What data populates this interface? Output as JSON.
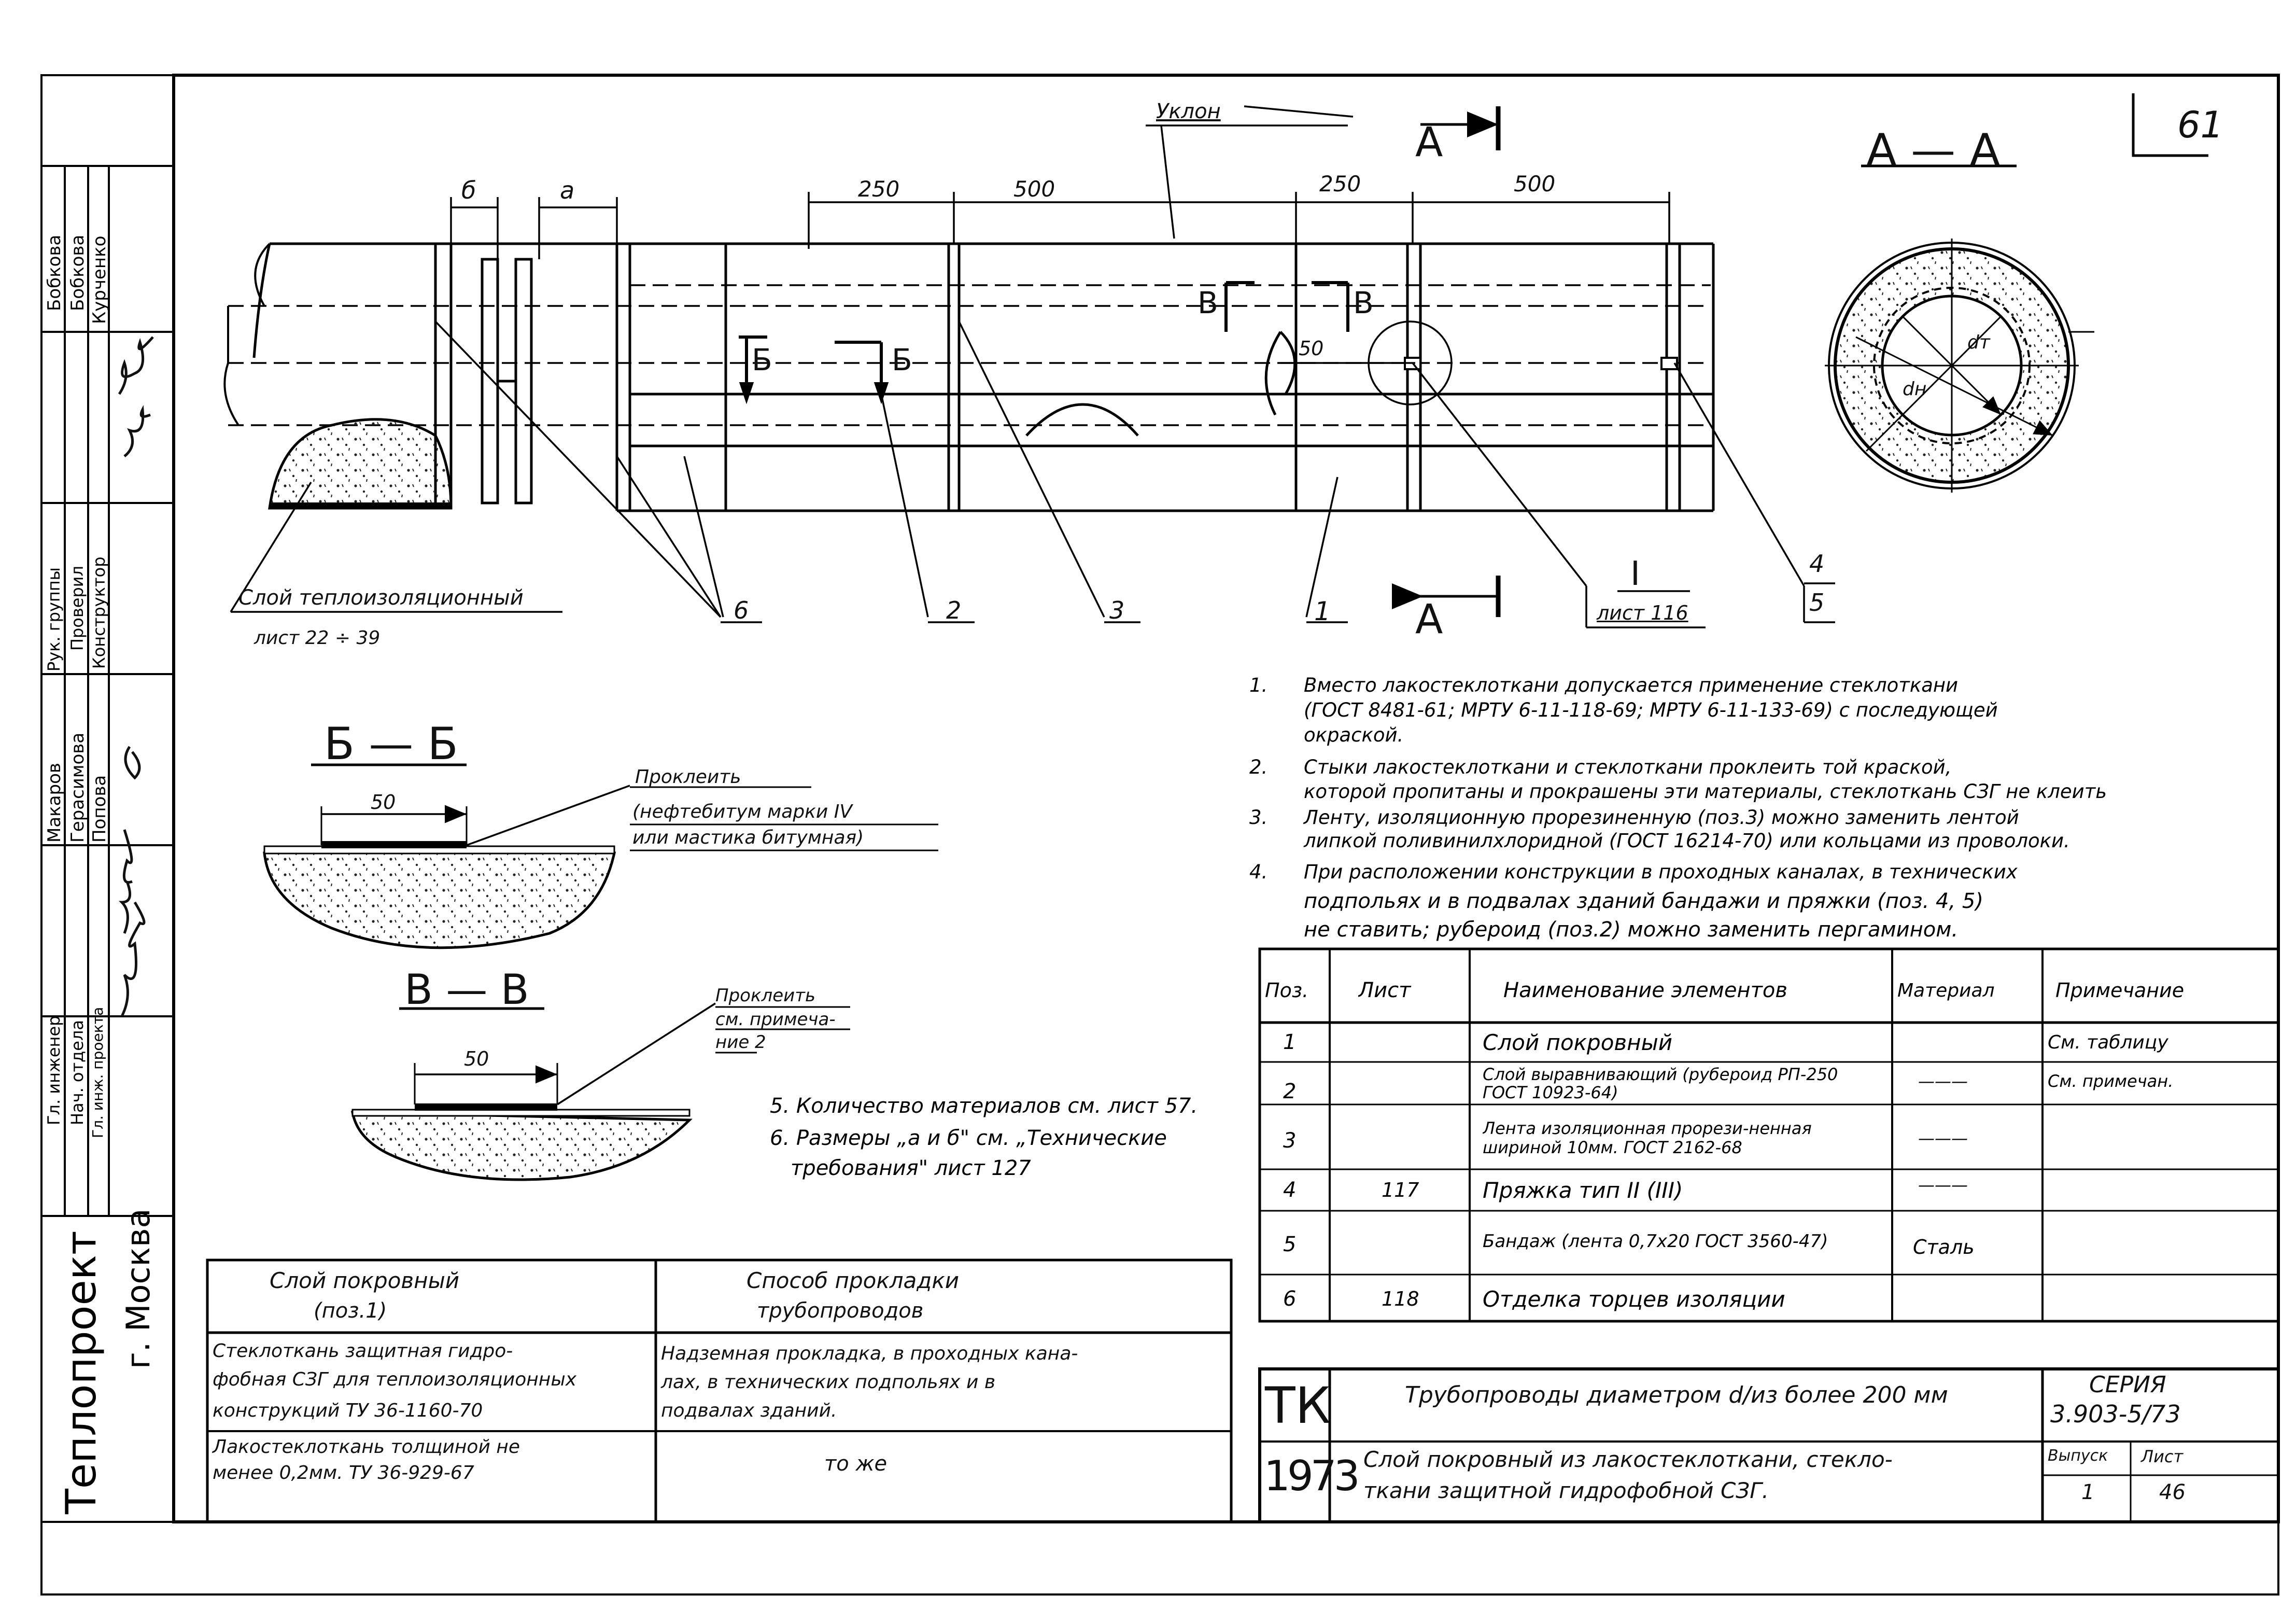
{
  "sheet_top_number": "61",
  "slope": {
    "label": "Уклон"
  },
  "dims": {
    "b": "б",
    "a": "а",
    "d250_1": "250",
    "d500_1": "500",
    "d250_2": "250",
    "d500_2": "500",
    "d50": "50"
  },
  "section_marks": {
    "A_top": "А",
    "A_bottom": "А",
    "B_left": "Б",
    "B_right": "Б",
    "V_left": "В",
    "V_right": "В"
  },
  "section_AA": {
    "title": "А — А",
    "dn": "dн",
    "dt": "dт"
  },
  "callouts": {
    "c1": "1",
    "c2": "2",
    "c3": "3",
    "c4": "4",
    "c5": "5",
    "c6": "6",
    "detail": "I",
    "detail_sheet": "лист 116",
    "insulation": "Слой теплоизоляционный",
    "insulation_sheet": "лист 22 ÷ 39"
  },
  "section_BB": {
    "title": "Б — Б",
    "dim": "50",
    "note1": "Проклеить",
    "note2": "(нефтебитум марки IV",
    "note3": "или мастика битумная)"
  },
  "section_VV": {
    "title": "В — В",
    "dim": "50",
    "note1": "Проклеить",
    "note2": "см. примеча-",
    "note3": "ние 2"
  },
  "notes": {
    "n1_num": "1.",
    "n1_l1": "Вместо лакостеклоткани допускается применение стеклоткани",
    "n1_l2": "(ГОСТ 8481-61; МРТУ 6-11-118-69; МРТУ 6-11-133-69) с последующей",
    "n1_l3": "окраской.",
    "n2_num": "2.",
    "n2_l1": "Стыки лакостеклоткани и стеклоткани проклеить той краской,",
    "n2_l2": "которой пропитаны и прокрашены эти материалы, стеклоткань СЗГ не клеить",
    "n3_num": "3.",
    "n3_l1": "Ленту, изоляционную прорезиненную (поз.3) можно заменить лентой",
    "n3_l2": "липкой поливинилхлоридной (ГОСТ 16214-70) или кольцами из проволоки.",
    "n4_num": "4.",
    "n4_l1": "При расположении конструкции в проходных каналах, в технических",
    "n4_l2": "подпольях и в подвалах зданий бандажи и пряжки (поз. 4, 5)",
    "n4_l3": "не ставить; рубероид (поз.2) можно заменить пергамином.",
    "n5": "5. Количество материалов см. лист 57.",
    "n6_l1": "6. Размеры „а и б\" см. „Технические",
    "n6_l2": "требования\" лист 127"
  },
  "spec": {
    "headers": [
      "Поз.",
      "Лист",
      "Наименование элементов",
      "Материал",
      "Примечание"
    ],
    "rows": [
      {
        "pos": "1",
        "sheet": "",
        "name": "Слой покровный",
        "mat": "",
        "note": "См. таблицу"
      },
      {
        "pos": "2",
        "sheet": "",
        "name": "Слой выравнивающий (рубероид РП-250 ГОСТ 10923-64)",
        "mat": "———",
        "note": "См. примечан."
      },
      {
        "pos": "3",
        "sheet": "",
        "name": "Лента изоляционная прорези-ненная шириной 10мм. ГОСТ 2162-68",
        "mat": "———",
        "note": ""
      },
      {
        "pos": "4",
        "sheet": "117",
        "name": "Пряжка тип II (III)",
        "mat": "———",
        "note": ""
      },
      {
        "pos": "5",
        "sheet": "",
        "name": "Бандаж (лента 0,7х20 ГОСТ 3560-47)",
        "mat": "Сталь",
        "note": ""
      },
      {
        "pos": "6",
        "sheet": "118",
        "name": "Отделка торцев изоляции",
        "mat": "",
        "note": ""
      }
    ]
  },
  "cover_table": {
    "h1_l1": "Слой покровный",
    "h1_l2": "(поз.1)",
    "h2_l1": "Способ прокладки",
    "h2_l2": "трубопроводов",
    "r1_a1": "Стеклоткань защитная гидро-",
    "r1_a2": "фобная СЗГ для теплоизоляционных",
    "r1_a3": "конструкций ТУ 36-1160-70",
    "r1_b1": "Надземная прокладка, в проходных кана-",
    "r1_b2": "лах, в технических подпольях и в",
    "r1_b3": "подвалах зданий.",
    "r2_a1": "Лакостеклоткань толщиной не",
    "r2_a2": "менее 0,2мм. ТУ 36-929-67",
    "r2_b": "то же"
  },
  "title_block": {
    "code_top": "ТК",
    "year": "1973",
    "title1": "Трубопроводы диаметром d/из более 200 мм",
    "title2": "Слой покровный из лакостеклоткани, стекло-",
    "title3": "ткани защитной гидрофобной СЗГ.",
    "series_label": "СЕРИЯ",
    "series": "3.903-5/73",
    "issue_label": "Выпуск",
    "issue": "1",
    "sheet_label": "Лист",
    "sheet": "46"
  },
  "side_stamp": {
    "org": "Теплопроект",
    "city": "г. Москва",
    "roles": [
      "Гл. инженер",
      "Нач. отдела",
      "Гл. инж. проекта",
      "Рук. группы",
      "Проверил",
      "Конструктор"
    ],
    "names": [
      "Макаров",
      "Герасимова",
      "Попова",
      "Бобкова",
      "Бобкова",
      "Курченко"
    ]
  }
}
